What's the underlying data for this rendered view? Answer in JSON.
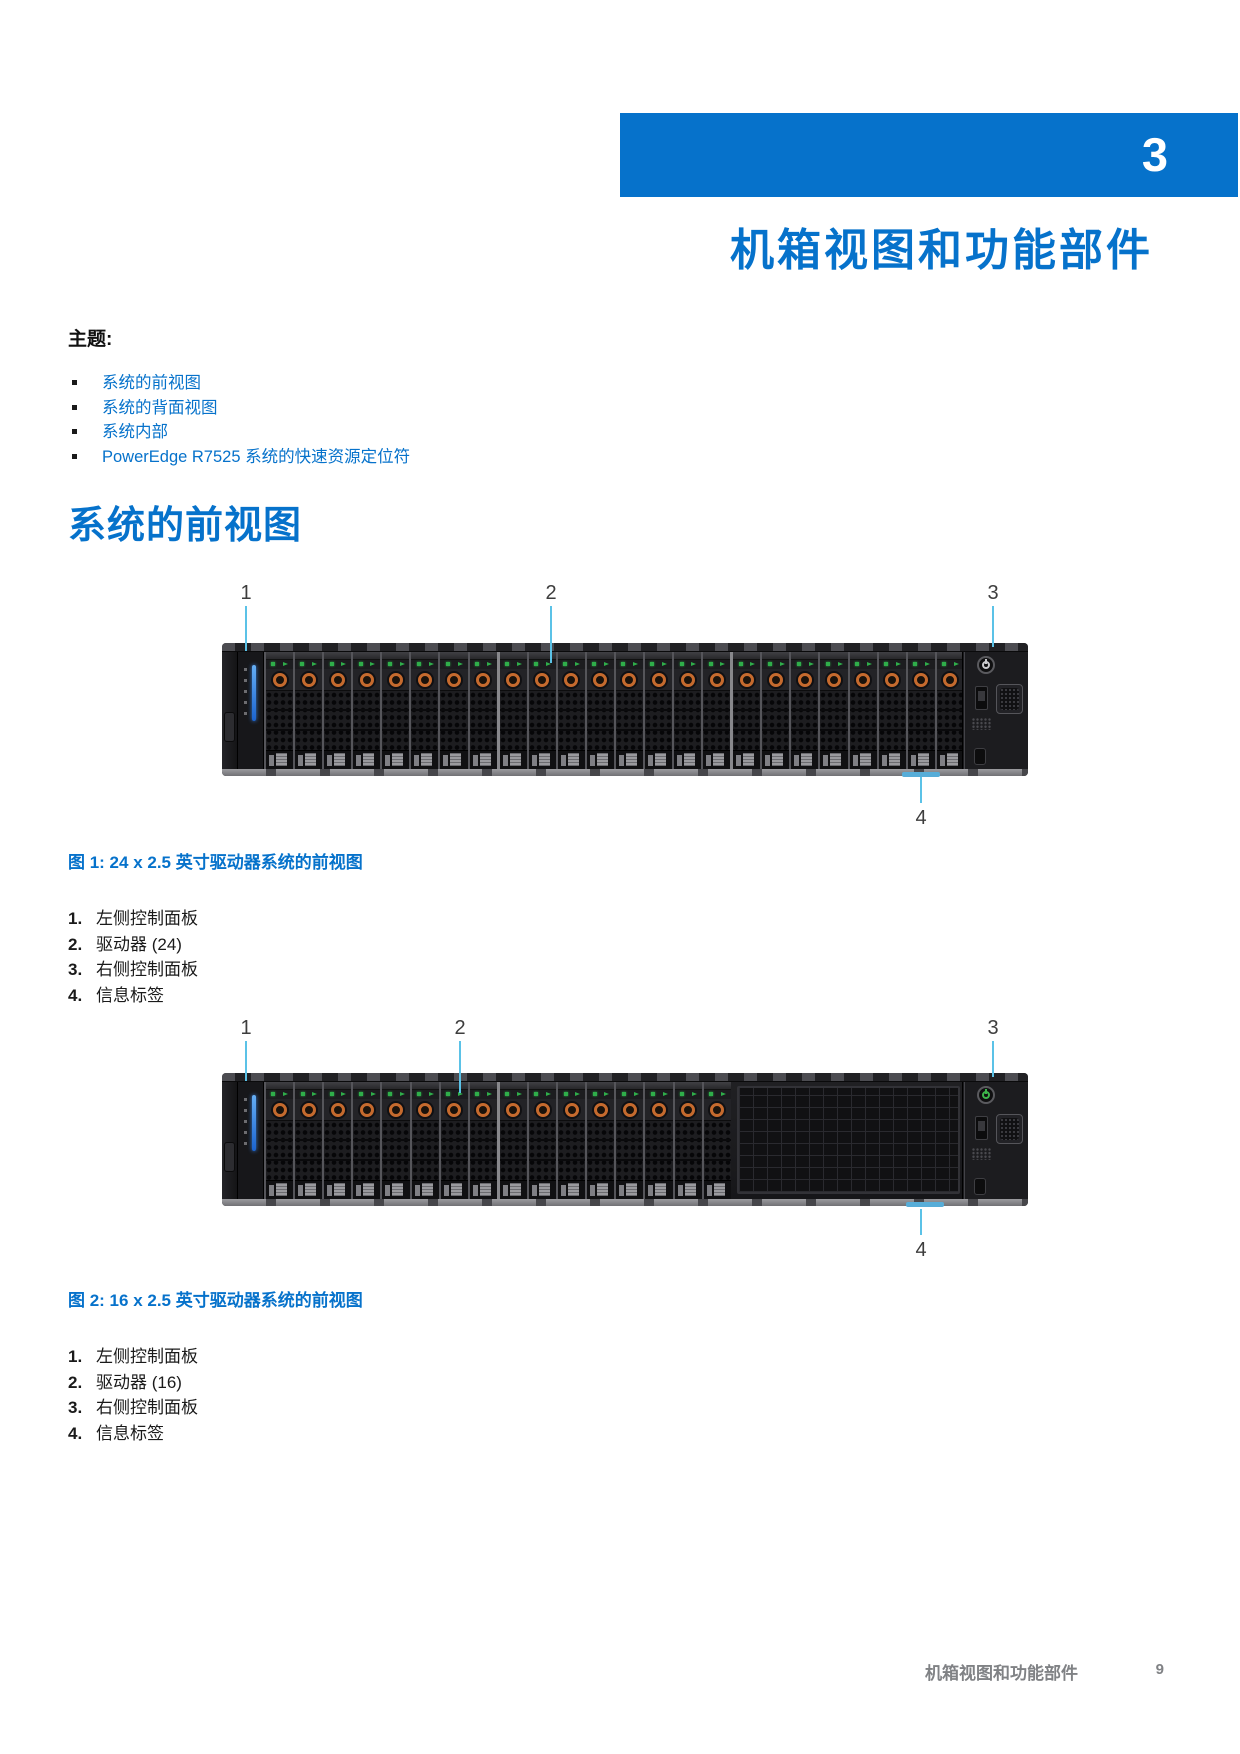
{
  "page": {
    "chapter_number": "3",
    "title": "机箱视图和功能部件",
    "topics_heading": "主题:",
    "topics": [
      {
        "label": "系统的前视图"
      },
      {
        "label": "系统的背面视图"
      },
      {
        "label": "系统内部"
      },
      {
        "label": "PowerEdge R7525 系统的快速资源定位符"
      }
    ],
    "section_heading": "系统的前视图",
    "footer": {
      "chapter_title": "机箱视图和功能部件",
      "page_number": "9"
    }
  },
  "figures": [
    {
      "caption": "图 1: 24 x 2.5 英寸驱动器系统的前视图",
      "drive_count": 24,
      "has_blank_panel": false,
      "power_glyph_color": "#C9C9CC",
      "callout_numbers": [
        "1",
        "2",
        "3",
        "4"
      ],
      "legend": [
        {
          "number": "1.",
          "label": "左侧控制面板"
        },
        {
          "number": "2.",
          "label": "驱动器 (24)"
        },
        {
          "number": "3.",
          "label": "右侧控制面板"
        },
        {
          "number": "4.",
          "label": "信息标签"
        }
      ]
    },
    {
      "caption": "图 2: 16 x 2.5 英寸驱动器系统的前视图",
      "drive_count": 16,
      "has_blank_panel": true,
      "power_glyph_color": "#3DB54A",
      "callout_numbers": [
        "1",
        "2",
        "3",
        "4"
      ],
      "legend": [
        {
          "number": "1.",
          "label": "左侧控制面板"
        },
        {
          "number": "2.",
          "label": "驱动器 (16)"
        },
        {
          "number": "3.",
          "label": "右侧控制面板"
        },
        {
          "number": "4.",
          "label": "信息标签"
        }
      ]
    }
  ],
  "colors": {
    "accent_blue": "#0672CB",
    "callout_leader_blue": "#5BC2E7",
    "drive_led_green": "#2FAE4A",
    "release_button_orange": "#C56A2E",
    "footer_gray": "#808285"
  }
}
